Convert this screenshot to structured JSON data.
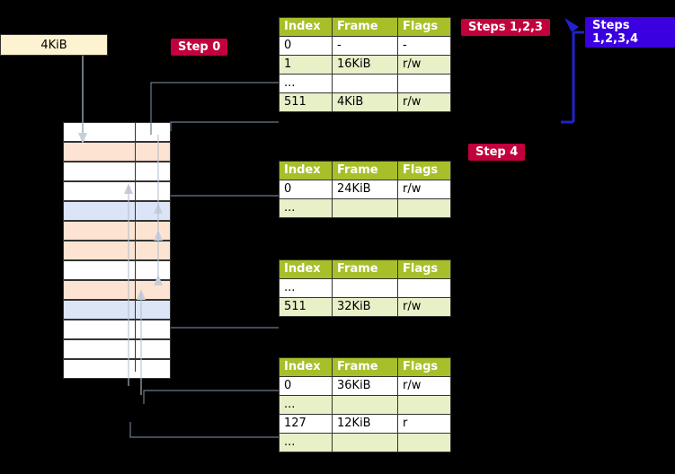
{
  "labels": {
    "four_kib": "4KiB",
    "step0": "Step 0",
    "steps123": "Steps 1,2,3",
    "steps1234": "Steps 1,2,3,4",
    "step4": "Step 4"
  },
  "colors": {
    "header_green": "#a8bf2a",
    "row_alt": "#e8f0c8",
    "crimson": "#c2003c",
    "blue_label": "#3b00e0",
    "mem_orange": "#fde4d2",
    "mem_blue": "#dbe5f7",
    "kbox_yellow": "#fdf3d0",
    "arrow_blue": "#2222cc",
    "connector_grey": "#8a97a8"
  },
  "tables": [
    {
      "name": "page-table-level-1",
      "headers": [
        "Index",
        "Frame",
        "Flags"
      ],
      "rows": [
        {
          "cells": [
            "0",
            "-",
            "-"
          ],
          "style": "plain"
        },
        {
          "cells": [
            "1",
            "16KiB",
            "r/w"
          ],
          "style": "alt"
        },
        {
          "cells": [
            "...",
            "",
            ""
          ],
          "style": "plain"
        },
        {
          "cells": [
            "511",
            "4KiB",
            "r/w"
          ],
          "style": "alt"
        }
      ]
    },
    {
      "name": "page-table-level-2",
      "headers": [
        "Index",
        "Frame",
        "Flags"
      ],
      "rows": [
        {
          "cells": [
            "0",
            "24KiB",
            "r/w"
          ],
          "style": "plain"
        },
        {
          "cells": [
            "...",
            "",
            ""
          ],
          "style": "alt"
        }
      ]
    },
    {
      "name": "page-table-level-3",
      "headers": [
        "Index",
        "Frame",
        "Flags"
      ],
      "rows": [
        {
          "cells": [
            "...",
            "",
            ""
          ],
          "style": "plain"
        },
        {
          "cells": [
            "511",
            "32KiB",
            "r/w"
          ],
          "style": "alt"
        }
      ]
    },
    {
      "name": "page-table-level-4",
      "headers": [
        "Index",
        "Frame",
        "Flags"
      ],
      "rows": [
        {
          "cells": [
            "0",
            "36KiB",
            "r/w"
          ],
          "style": "plain"
        },
        {
          "cells": [
            "...",
            "",
            ""
          ],
          "style": "alt"
        },
        {
          "cells": [
            "127",
            "12KiB",
            "r"
          ],
          "style": "plain"
        },
        {
          "cells": [
            "...",
            "",
            ""
          ],
          "style": "alt"
        }
      ]
    }
  ],
  "memory_rows": [
    {
      "style": "white"
    },
    {
      "style": "orange"
    },
    {
      "style": "white"
    },
    {
      "style": "white"
    },
    {
      "style": "blue"
    },
    {
      "style": "orange"
    },
    {
      "style": "orange"
    },
    {
      "style": "white"
    },
    {
      "style": "orange"
    },
    {
      "style": "blue"
    },
    {
      "style": "white"
    },
    {
      "style": "white"
    },
    {
      "style": "white"
    }
  ]
}
